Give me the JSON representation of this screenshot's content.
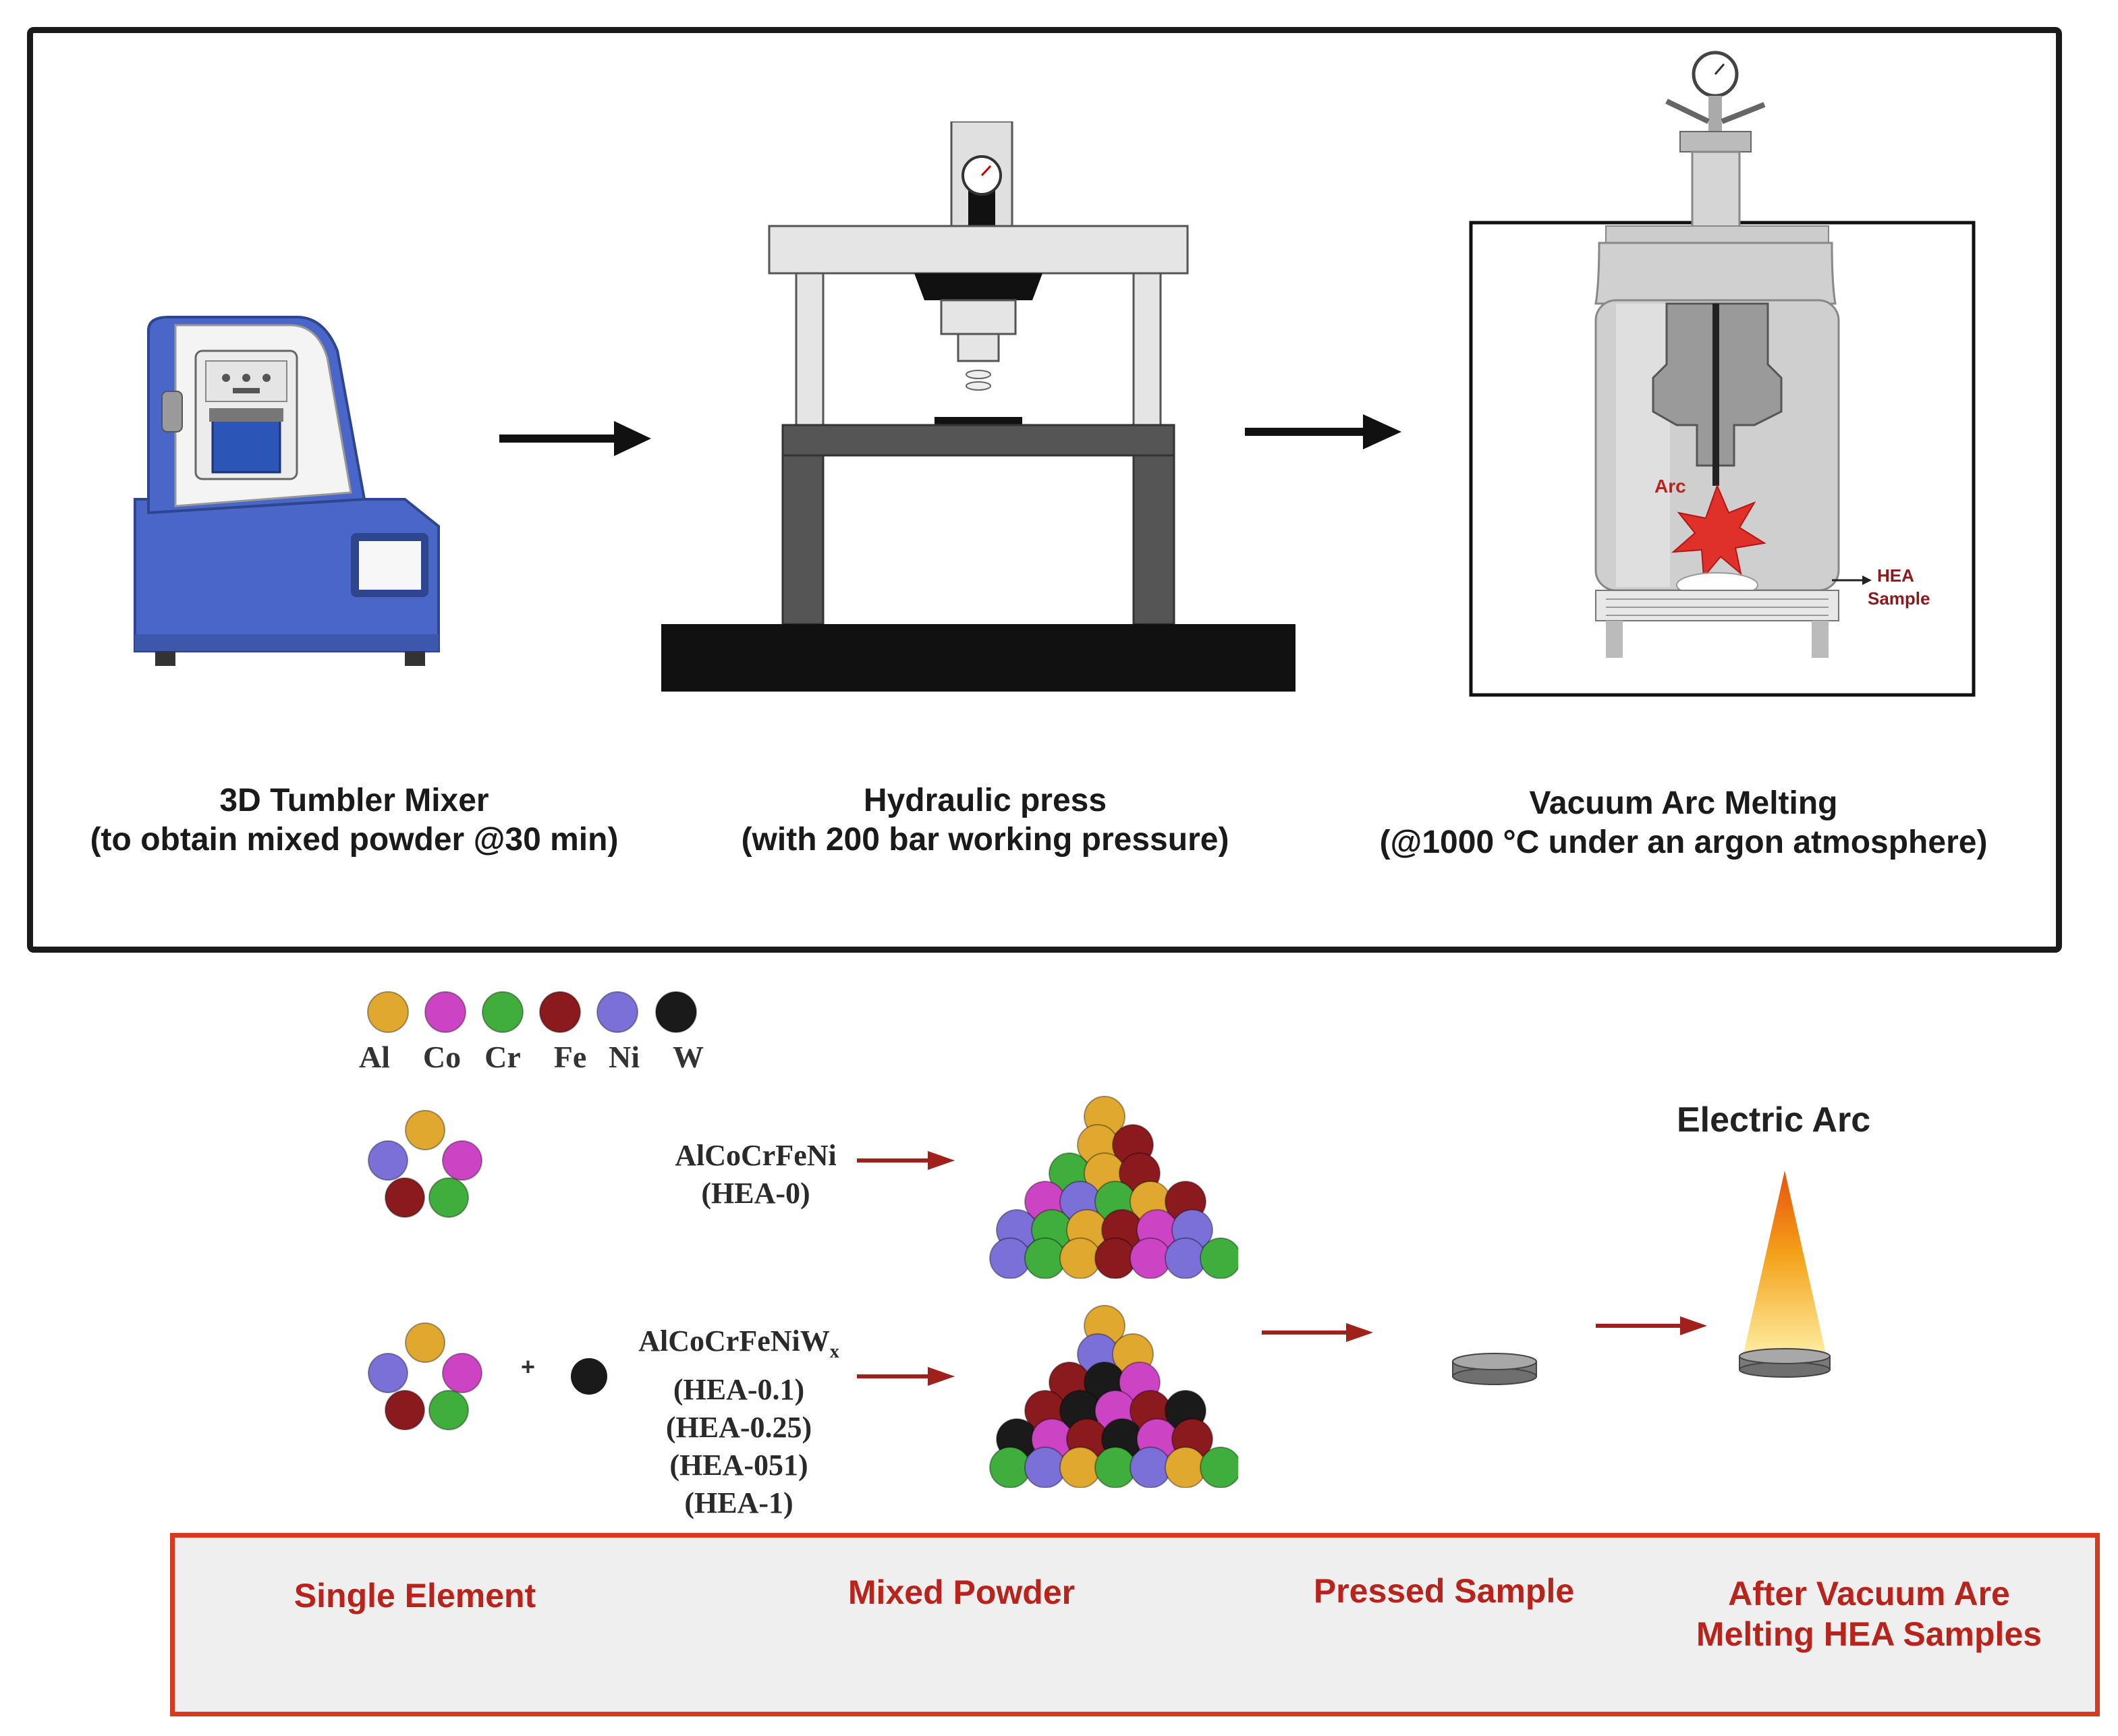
{
  "process_steps": [
    {
      "title": "3D Tumbler Mixer",
      "detail": "(to obtain mixed powder @30 min)"
    },
    {
      "title": "Hydraulic press",
      "detail": "(with 200 bar working pressure)"
    },
    {
      "title": "Vacuum Arc Melting",
      "detail": "(@1000 °C under an argon atmosphere)"
    }
  ],
  "furnace_labels": {
    "arc": "Arc",
    "sample_line1": "HEA",
    "sample_line2": "Sample"
  },
  "elements": [
    {
      "symbol": "Al",
      "color": "#e0a82e"
    },
    {
      "symbol": "Co",
      "color": "#cc44c4"
    },
    {
      "symbol": "Cr",
      "color": "#3fae3c"
    },
    {
      "symbol": "Fe",
      "color": "#8b1a1f"
    },
    {
      "symbol": "Ni",
      "color": "#7b6fd8"
    },
    {
      "symbol": "W",
      "color": "#1a1a1a"
    }
  ],
  "alloys": {
    "base": {
      "formula": "AlCoCrFeNi",
      "code": "(HEA-0)"
    },
    "tungsten": {
      "formula": "AlCoCrFeNiW",
      "subscript": "x",
      "codes": [
        "(HEA-0.1)",
        "(HEA-0.25)",
        "(HEA-051)",
        "(HEA-1)"
      ]
    },
    "plus_sign": "+"
  },
  "electric_arc_label": "Electric Arc",
  "stages": [
    {
      "line1": "Single Element",
      "line2": ""
    },
    {
      "line1": "Mixed Powder",
      "line2": ""
    },
    {
      "line1": "Pressed Sample",
      "line2": ""
    },
    {
      "line1": "After Vacuum Are",
      "line2": "Melting HEA Samples"
    }
  ],
  "colors": {
    "accent_red": "#b8231c",
    "box_border": "#d9391f",
    "arrow_red": "#a0201c",
    "mixer_blue": "#4a66c8"
  }
}
